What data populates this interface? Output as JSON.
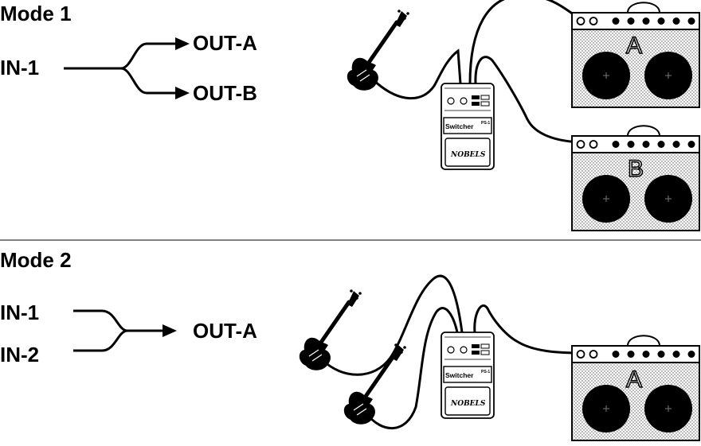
{
  "mode1": {
    "title": "Mode 1",
    "input_label": "IN-1",
    "output_a_label": "OUT-A",
    "output_b_label": "OUT-B",
    "amp_a_label": "A",
    "amp_b_label": "B"
  },
  "mode2": {
    "title": "Mode 2",
    "input1_label": "IN-1",
    "input2_label": "IN-2",
    "output_label": "OUT-A",
    "amp_label": "A"
  },
  "pedal": {
    "name": "Switcher",
    "brand": "NOBELS",
    "model_badge": "PS-1"
  },
  "colors": {
    "ink": "#000000",
    "background": "#ffffff",
    "speaker_cloth": "#e4e4e4"
  }
}
